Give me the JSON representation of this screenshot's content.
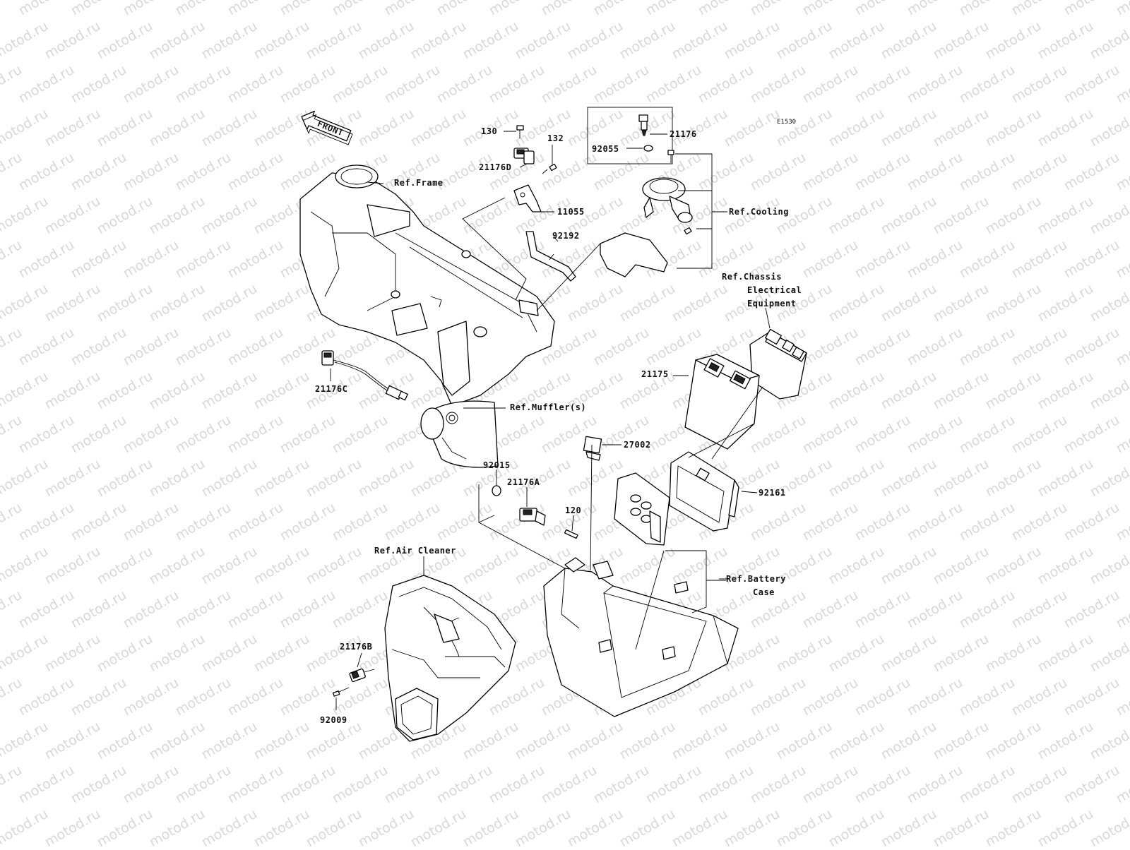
{
  "watermark": "motod.ru",
  "diagram_code": "E1530",
  "front_label": "FRONT",
  "parts": {
    "p130": "130",
    "p132": "132",
    "p21176D": "21176D",
    "p11055": "11055",
    "p92192": "92192",
    "p21176": "21176",
    "p92055": "92055",
    "p21176C": "21176C",
    "p21175": "21175",
    "p27002": "27002",
    "p92015": "92015",
    "p21176A": "21176A",
    "p120": "120",
    "p92161": "92161",
    "p21176B": "21176B",
    "p92009": "92009"
  },
  "refs": {
    "frame": "Ref.Frame",
    "cooling": "Ref.Cooling",
    "chassis_1": "Ref.Chassis",
    "chassis_2": "Electrical",
    "chassis_3": "Equipment",
    "muffler": "Ref.Muffler(s)",
    "air_cleaner": "Ref.Air Cleaner",
    "battery_1": "Ref.Battery",
    "battery_2": "Case"
  }
}
